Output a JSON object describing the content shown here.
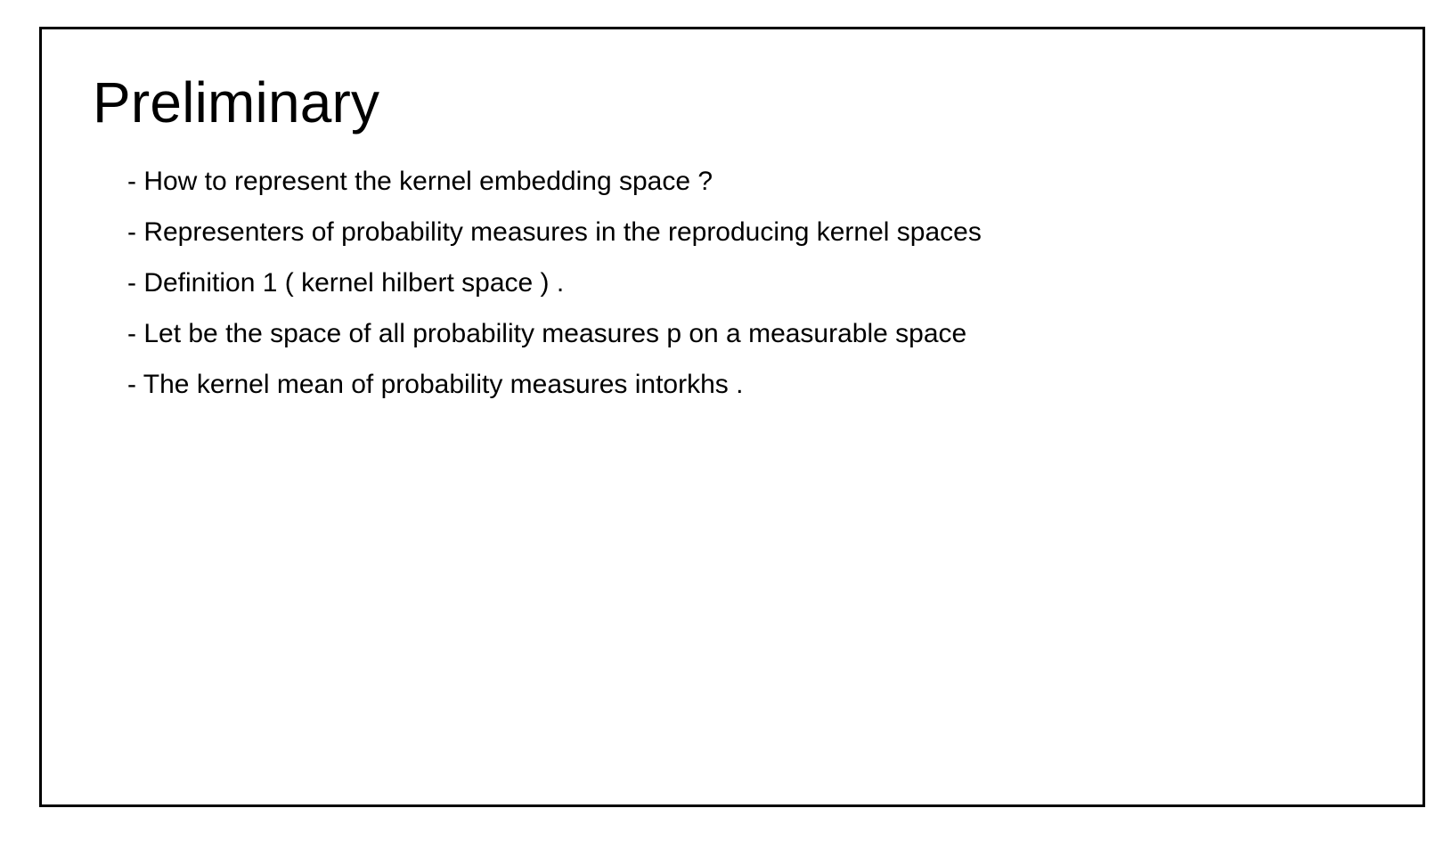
{
  "slide": {
    "title": "Preliminary",
    "bullets": [
      "- How to represent the kernel embedding space ?",
      "- Representers of probability measures in the reproducing kernel spaces",
      "- Definition 1 ( kernel hilbert space ) .",
      "- Let be the space of all probability measures p on a measurable space",
      "- The kernel mean of probability measures intorkhs ."
    ]
  }
}
